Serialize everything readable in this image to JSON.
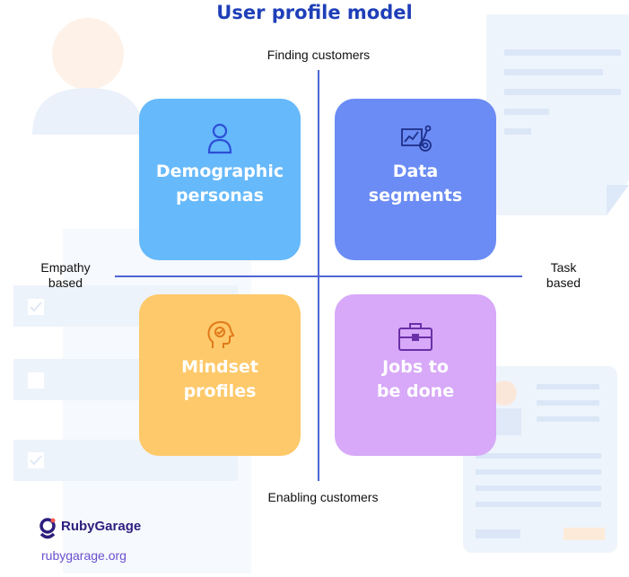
{
  "title": "User profile model",
  "axes": {
    "top": "Finding customers",
    "bottom": "Enabling customers",
    "left_line1": "Empathy",
    "left_line2": "based",
    "right_line1": "Task",
    "right_line2": "based"
  },
  "quadrants": [
    {
      "line1": "Demographic",
      "line2": "personas",
      "icon": "person-icon",
      "color": "#66b9fb"
    },
    {
      "line1": "Data",
      "line2": "segments",
      "icon": "data-chart-icon",
      "color": "#6b8cf4"
    },
    {
      "line1": "Mindset",
      "line2": "profiles",
      "icon": "head-mindset-icon",
      "color": "#fec96a"
    },
    {
      "line1": "Jobs to",
      "line2": "be done",
      "icon": "briefcase-icon",
      "color": "#d7a9f8"
    }
  ],
  "brand": {
    "name": "RubyGarage",
    "url": "rubygarage.org"
  }
}
